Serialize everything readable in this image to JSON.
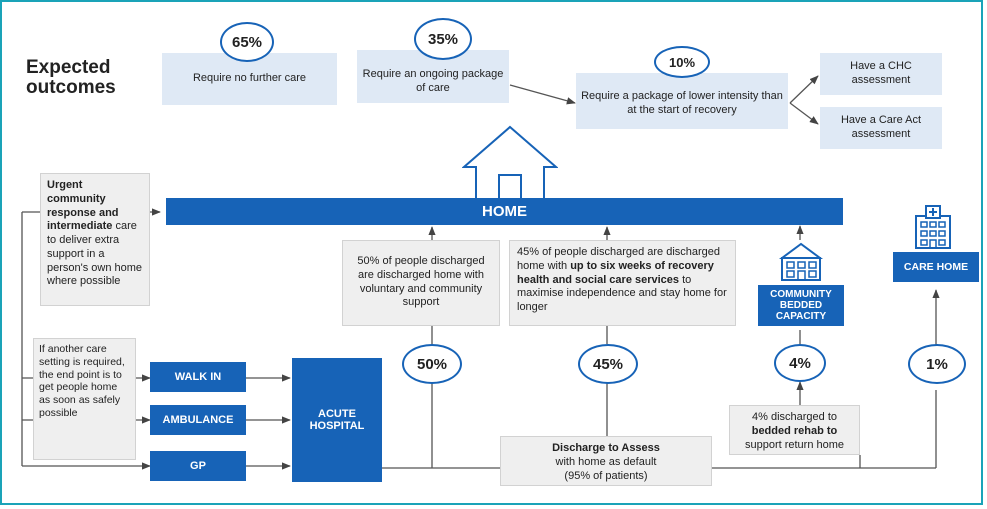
{
  "title": "Expected\noutcomes",
  "outcomes": {
    "pct65": "65%",
    "no_further_care": "Require no further care",
    "pct35": "35%",
    "ongoing_care": "Require an ongoing package of care",
    "pct10": "10%",
    "lower_intensity": "Require a package of lower intensity than at the start of recovery",
    "chc": "Have a CHC assessment",
    "care_act": "Have a Care Act assessment"
  },
  "home": {
    "label": "HOME"
  },
  "urgent": {
    "bold": "Urgent community response and intermediate",
    "rest": " care to deliver extra support in a person's own home where possible"
  },
  "another_setting": "If another care setting is required, the end point is to get people home as soon as safely possible",
  "entry": {
    "walk_in": "WALK IN",
    "ambulance": "AMBULANCE",
    "gp": "GP"
  },
  "acute": "ACUTE HOSPITAL",
  "pathways": {
    "p50_text": "50% of people discharged are discharged home with voluntary and community support",
    "p50": "50%",
    "p45_a": "45% of people discharged are discharged home with ",
    "p45_b": "up to six weeks of recovery health and social care services",
    "p45_c": " to maximise independence and stay home for longer",
    "p45": "45%",
    "community": "COMMUNITY BEDDED CAPACITY",
    "p4": "4%",
    "p4_a": "4% discharged to ",
    "p4_b": "bedded rehab to",
    "p4_c": " support return home",
    "care_home": "CARE HOME",
    "p1": "1%"
  },
  "d2a": {
    "title": "Discharge to Assess",
    "line2": "with home as default",
    "line3": "(95% of patients)"
  },
  "colors": {
    "blue": "#1763b7",
    "light": "#dfe9f5",
    "grey": "#efefef",
    "frame": "#1aa3b8"
  }
}
